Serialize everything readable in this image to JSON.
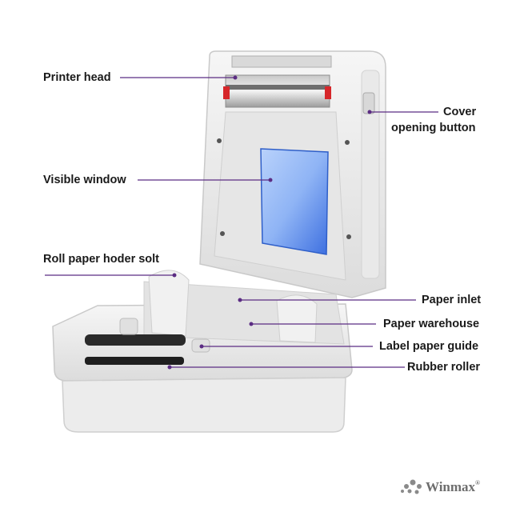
{
  "labels": {
    "printer_head": "Printer head",
    "cover_opening_button_line1": "Cover",
    "cover_opening_button_line2": "opening button",
    "visible_window": "Visible window",
    "roll_paper_holder_slot": "Roll paper hoder solt",
    "paper_inlet": "Paper inlet",
    "paper_warehouse": "Paper warehouse",
    "label_paper_guide": "Label paper guide",
    "rubber_roller": "Rubber roller"
  },
  "brand": {
    "name": "Winmax",
    "mark": "®"
  },
  "colors": {
    "leader_line": "#5b2c83",
    "printer_body": "#eeeeee",
    "window_tint": "#8fb4f5",
    "label_text": "#1a1a1a"
  }
}
